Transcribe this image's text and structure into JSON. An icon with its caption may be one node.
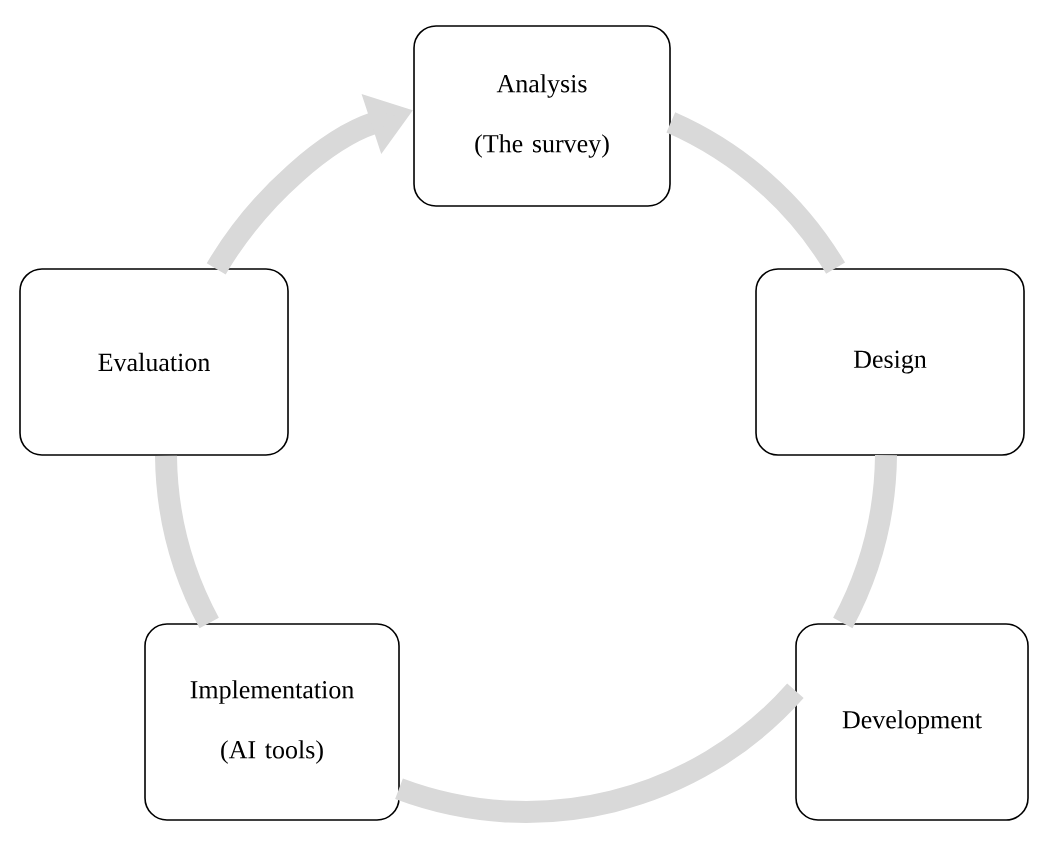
{
  "diagram": {
    "nodes": [
      {
        "text": [
          "Analysis (The survey)"
        ]
      },
      {
        "text": [
          "Design"
        ]
      },
      {
        "text": [
          "Development"
        ]
      },
      {
        "text": [
          "Implementation (AI tools)"
        ]
      },
      {
        "text": [
          "Evaluation"
        ]
      }
    ],
    "edges": [
      {
        "from": 0,
        "to": 1,
        "arrow": "none"
      },
      {
        "from": 1,
        "to": 2,
        "arrow": "none"
      },
      {
        "from": 2,
        "to": 3,
        "arrow": "none"
      },
      {
        "from": 3,
        "to": 4,
        "arrow": "none"
      },
      {
        "from": 4,
        "to": 0,
        "arrow": "to"
      }
    ]
  }
}
